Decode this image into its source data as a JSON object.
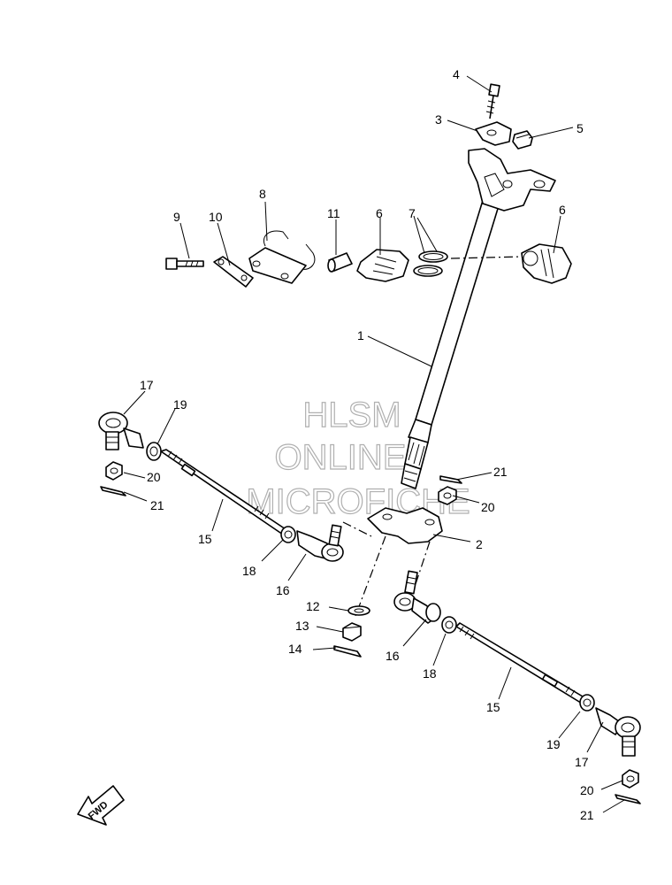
{
  "watermark": {
    "line1": "HLSM",
    "line2": "ONLINE",
    "line3": "MICROFICHE"
  },
  "fwd_label": "FWD",
  "callouts": [
    {
      "id": "c1",
      "text": "1"
    },
    {
      "id": "c2",
      "text": "2"
    },
    {
      "id": "c3",
      "text": "3"
    },
    {
      "id": "c4",
      "text": "4"
    },
    {
      "id": "c5",
      "text": "5"
    },
    {
      "id": "c6a",
      "text": "6"
    },
    {
      "id": "c6b",
      "text": "6"
    },
    {
      "id": "c7",
      "text": "7"
    },
    {
      "id": "c8",
      "text": "8"
    },
    {
      "id": "c9",
      "text": "9"
    },
    {
      "id": "c10",
      "text": "10"
    },
    {
      "id": "c11",
      "text": "11"
    },
    {
      "id": "c12",
      "text": "12"
    },
    {
      "id": "c13",
      "text": "13"
    },
    {
      "id": "c14",
      "text": "14"
    },
    {
      "id": "c15a",
      "text": "15"
    },
    {
      "id": "c15b",
      "text": "15"
    },
    {
      "id": "c16a",
      "text": "16"
    },
    {
      "id": "c16b",
      "text": "16"
    },
    {
      "id": "c17a",
      "text": "17"
    },
    {
      "id": "c17b",
      "text": "17"
    },
    {
      "id": "c18a",
      "text": "18"
    },
    {
      "id": "c18b",
      "text": "18"
    },
    {
      "id": "c19a",
      "text": "19"
    },
    {
      "id": "c19b",
      "text": "19"
    },
    {
      "id": "c20a",
      "text": "20"
    },
    {
      "id": "c20b",
      "text": "20"
    },
    {
      "id": "c20c",
      "text": "20"
    },
    {
      "id": "c21a",
      "text": "21"
    },
    {
      "id": "c21b",
      "text": "21"
    },
    {
      "id": "c21c",
      "text": "21"
    }
  ]
}
